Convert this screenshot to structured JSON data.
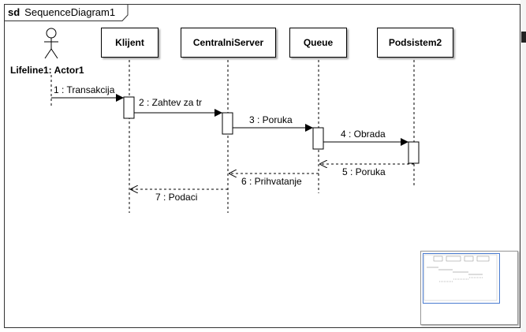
{
  "frame": {
    "keyword": "sd",
    "name": "SequenceDiagram1"
  },
  "actor": {
    "label": "Lifeline1: Actor1"
  },
  "lifelines": [
    {
      "id": "klijent",
      "label": "Klijent"
    },
    {
      "id": "server",
      "label": "CentralniServer"
    },
    {
      "id": "queue",
      "label": "Queue"
    },
    {
      "id": "podsistem",
      "label": "Podsistem2"
    }
  ],
  "messages": [
    {
      "label": "1 : Transakcija",
      "kind": "sync"
    },
    {
      "label": "2 : Zahtev za tr",
      "kind": "sync"
    },
    {
      "label": "3 : Poruka",
      "kind": "sync"
    },
    {
      "label": "4 : Obrada",
      "kind": "sync"
    },
    {
      "label": "5 : Poruka",
      "kind": "reply"
    },
    {
      "label": "6 : Prihvatanje",
      "kind": "reply"
    },
    {
      "label": "7 : Podaci",
      "kind": "reply"
    }
  ]
}
